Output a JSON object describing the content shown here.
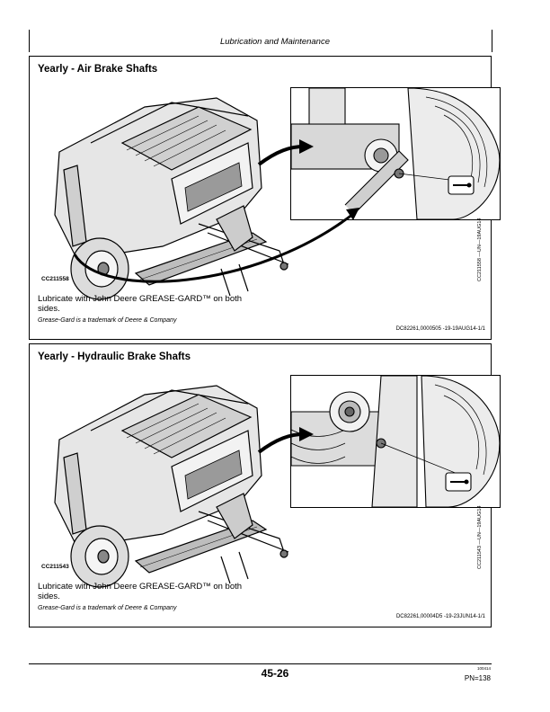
{
  "header": {
    "title": "Lubrication and Maintenance"
  },
  "sections": [
    {
      "title": "Yearly - Air Brake Shafts",
      "figure_id": "CC211558",
      "side_code": "CC211558 —UN—19AUG14",
      "body": "Lubricate with John Deere GREASE-GARD™ on both sides.",
      "trademark": "Grease-Gard is a trademark of Deere & Company",
      "doc_code": "DC82261,0000505 -19-19AUG14-1/1"
    },
    {
      "title": "Yearly - Hydraulic Brake Shafts",
      "figure_id": "CC211543",
      "side_code": "CC211543 —UN—19AUG14",
      "body": "Lubricate with John Deere GREASE-GARD™ on both sides.",
      "trademark": "Grease-Gard is a trademark of Deere & Company",
      "doc_code": "DC82261,00004D5 -19-23JUN14-1/1"
    }
  ],
  "footer": {
    "page_number": "45-26",
    "small_code": "100414",
    "pn": "PN=138"
  }
}
